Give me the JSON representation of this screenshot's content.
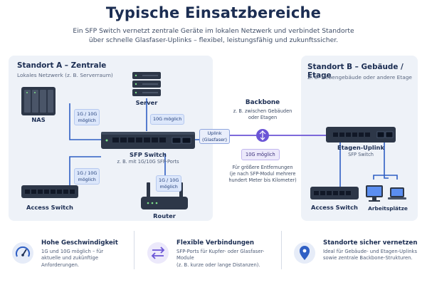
{
  "header": {
    "title": "Typische Einsatzbereiche",
    "subtitle_line1": "Ein SFP Switch vernetzt zentrale Geräte im lokalen Netzwerk und verbindet Standorte",
    "subtitle_line2": "über schnelle Glasfaser-Uplinks – flexibel, leistungsfähig und zukunftssicher."
  },
  "site_a": {
    "title": "Standort A – Zentrale",
    "subtitle": "Lokales Netzwerk (z. B. Serverraum)",
    "nas_label": "NAS",
    "server_label": "Server",
    "switch_label": "SFP Switch",
    "switch_sub": "z. B. mit 1G/10G SFP-Ports",
    "access_label": "Access Switch",
    "router_label": "Router",
    "link_nas_line1": "1G / 10G",
    "link_nas_line2": "möglich",
    "link_server": "10G möglich",
    "link_access_line1": "1G / 10G",
    "link_access_line2": "möglich",
    "link_router_line1": "1G / 10G",
    "link_router_line2": "möglich",
    "uplink_line1": "Uplink",
    "uplink_line2": "(Glasfaser)"
  },
  "backbone": {
    "title": "Backbone",
    "sub_line1": "z. B. zwischen Gebäuden",
    "sub_line2": "oder Etagen",
    "speed": "10G möglich",
    "note_line1": "Für größere Entfernungen",
    "note_line2": "(je nach SFP-Modul mehrere",
    "note_line3": "hundert Meter bis Kilometer)"
  },
  "site_b": {
    "title": "Standort B – Gebäude / Etage",
    "subtitle": "Z. B. Nebengebäude oder andere Etage",
    "uplink_label": "Etagen-Uplink",
    "uplink_sub": "SFP Switch",
    "access_label": "Access Switch",
    "workstations_label": "Arbeitsplätze"
  },
  "features": [
    {
      "icon": "speedometer-icon",
      "title": "Hohe Geschwindigkeit",
      "line1": "1G und 10G möglich – für",
      "line2": "aktuelle und zukünftige Anforderungen."
    },
    {
      "icon": "arrows-exchange-icon",
      "title": "Flexible Verbindungen",
      "line1": "SFP-Ports für Kupfer- oder Glasfaser-Module",
      "line2": "(z. B. kurze oder lange Distanzen)."
    },
    {
      "icon": "location-pin-icon",
      "title": "Standorte sicher vernetzen",
      "line1": "Ideal für Gebäude- und Etagen-Uplinks",
      "line2": "sowie zentrale Backbone-Strukturen."
    }
  ],
  "colors": {
    "navy": "#1b2d52",
    "link_blue": "#2f5fc4",
    "backbone_purple": "#6b55d6",
    "panel_bg": "#eef2f8",
    "device_dark": "#2d3748"
  }
}
